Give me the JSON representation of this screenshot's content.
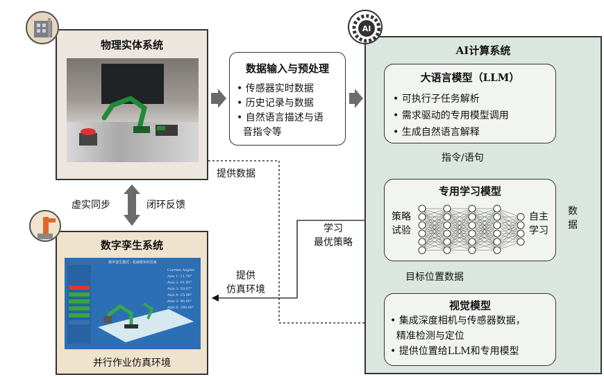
{
  "physical": {
    "title": "物理实体系统"
  },
  "twin": {
    "title": "数字孪生系统",
    "caption": "并行作业仿真环境",
    "screen_title": "数字孪生模式 - 机械臂实时仿真",
    "joint_angles": [
      "Current Angles",
      "Axis 1: 11.76°",
      "Axis 2: 61.95°",
      "Axis 3: 30.07°",
      "Axis 4: 25.96°",
      "Axis 5: 90.00°",
      "Axis 6: 180.00°"
    ]
  },
  "preprocess": {
    "title": "数据输入与预处理",
    "items": [
      "传感器实时数据",
      "历史记录与数据",
      "自然语言描述与语",
      "音指令等"
    ]
  },
  "ai": {
    "title": "AI计算系统",
    "badge": "AI"
  },
  "llm": {
    "title": "大语言模型（LLM）",
    "items": [
      "可执行子任务解析",
      "需求驱动的专用模型调用",
      "生成自然语言解释"
    ]
  },
  "slm": {
    "title": "专用学习模型",
    "left_label": [
      "策略",
      "试验"
    ],
    "right_label": [
      "自主",
      "学习"
    ]
  },
  "vision": {
    "title": "视觉模型",
    "items": [
      "集成深度相机与传感器数据，",
      "精准检测与定位",
      "提供位置给LLM和专用模型"
    ]
  },
  "labels": {
    "instruction": "指令/语句",
    "target_pos": "目标位置数据",
    "data_right": [
      "数",
      "据"
    ],
    "provide_data": "提供数据",
    "sync": "虚实同步",
    "feedback": "闭环反馈",
    "learn": [
      "学习",
      "最优策略"
    ],
    "sim": [
      "提供",
      "仿真环境"
    ]
  },
  "colors": {
    "ai_bg": "#dbe6df",
    "twin_bg": "#efe3cd",
    "phys_bg": "#ece6df",
    "arrow": "#6b6b6b"
  }
}
